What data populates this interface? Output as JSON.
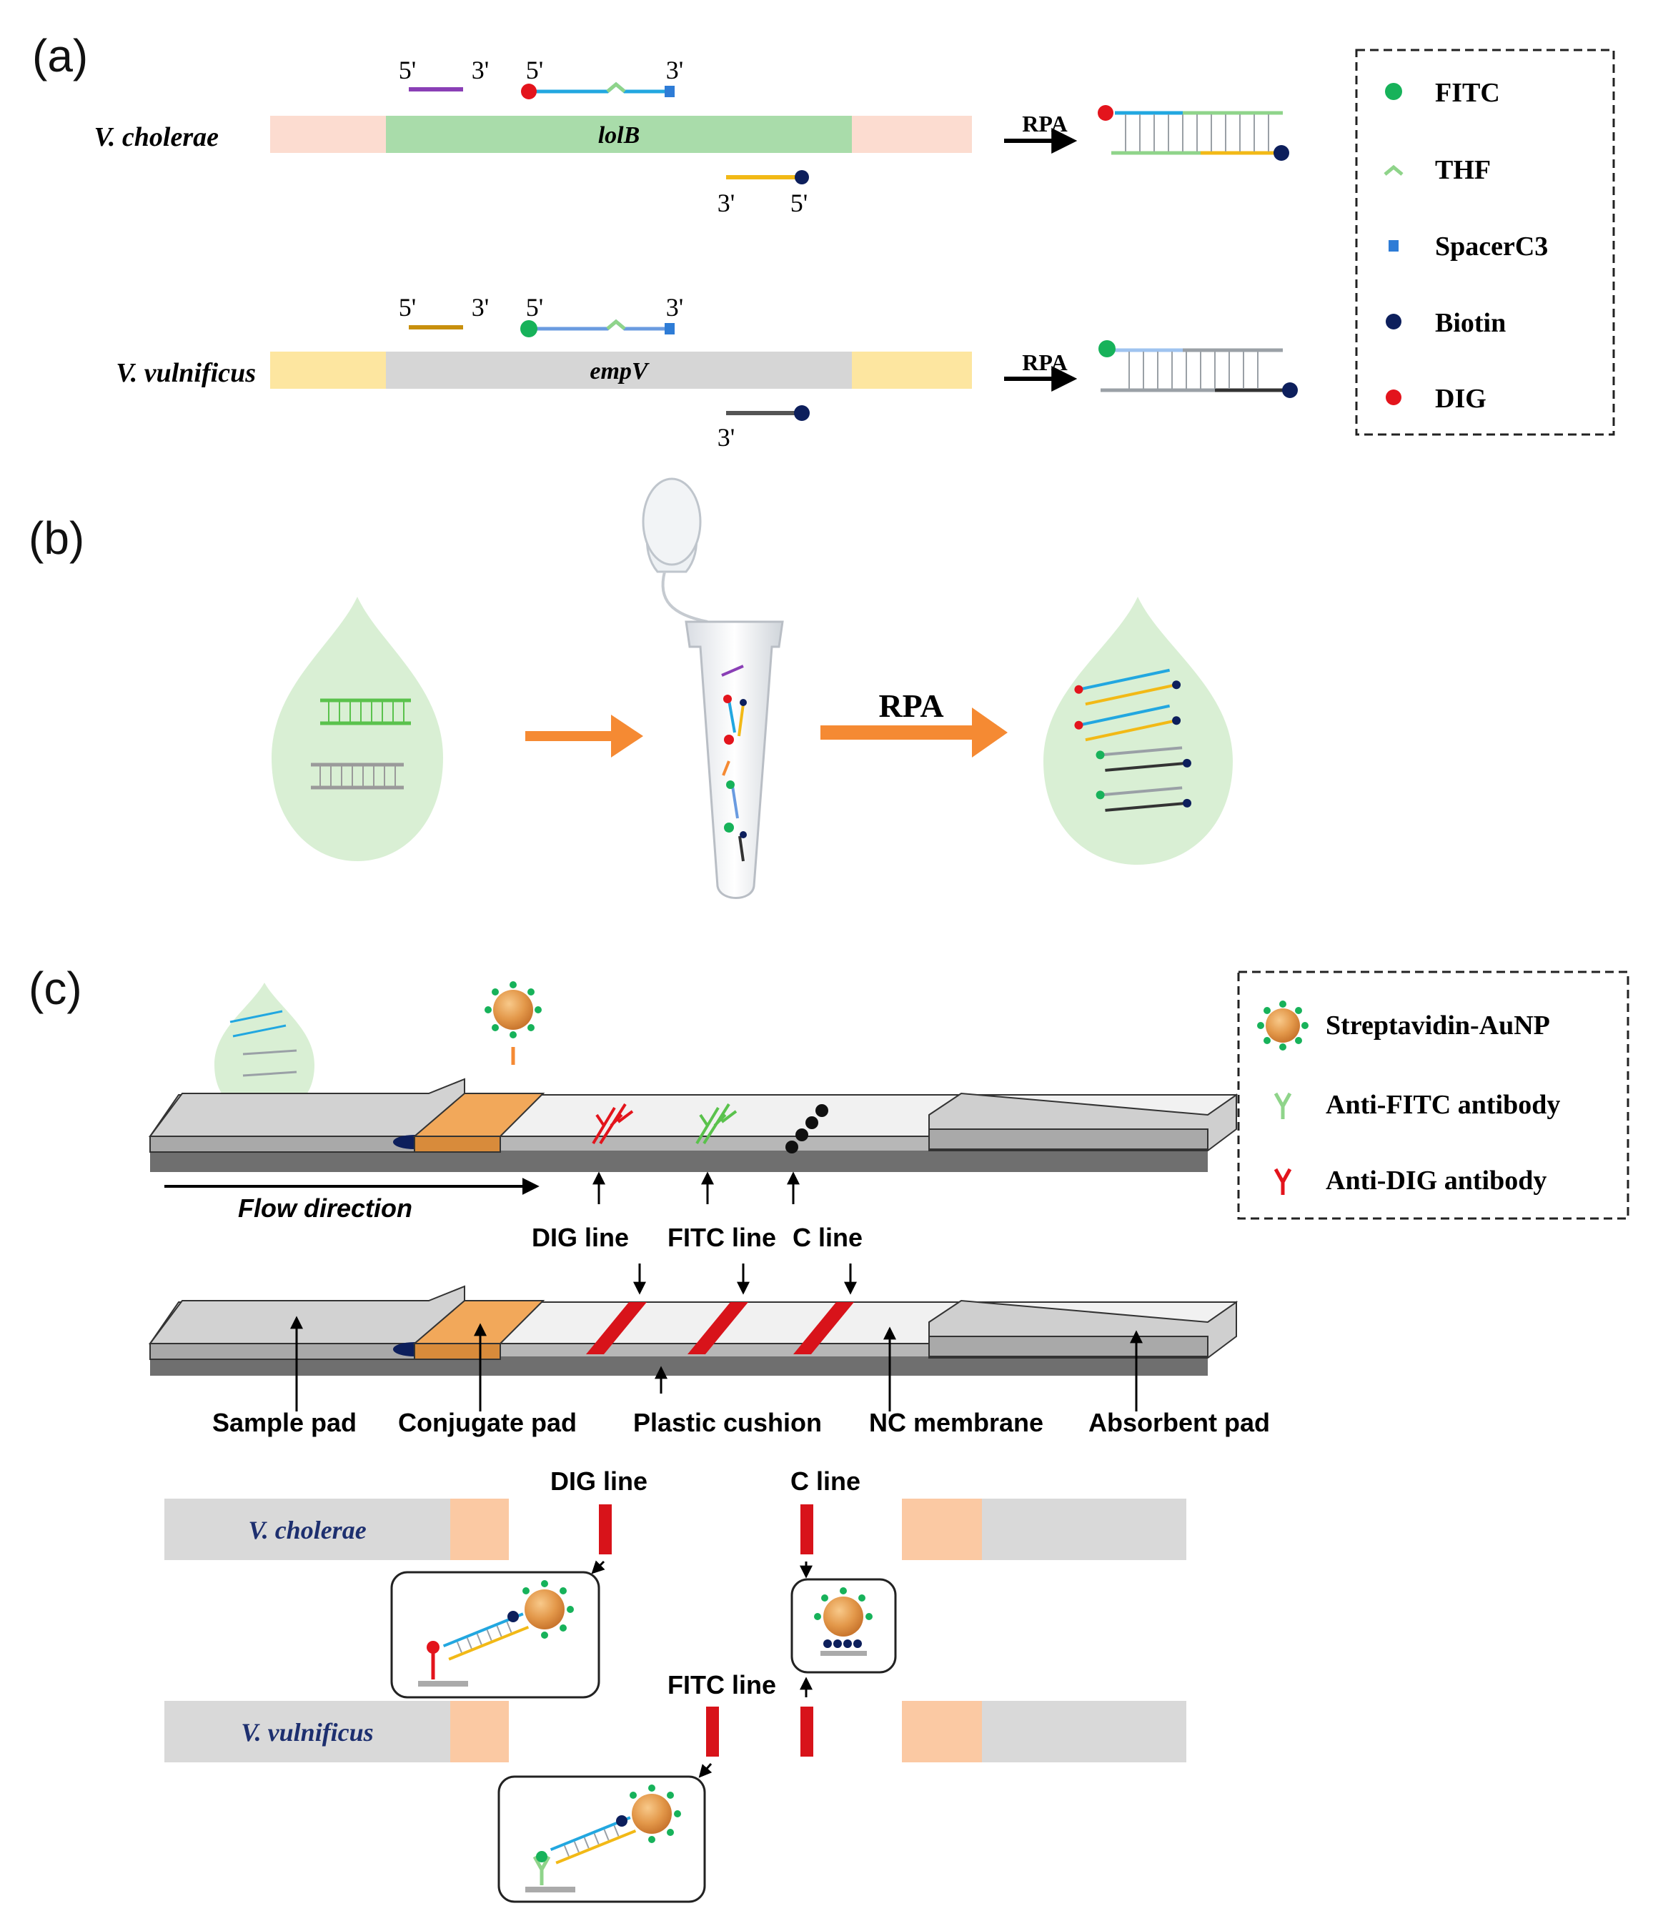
{
  "panels": {
    "a": "(a)",
    "b": "(b)",
    "c": "(c)"
  },
  "panel_a": {
    "rows": [
      {
        "species": "V. cholerae",
        "gene": "lolB",
        "fwd_primer": {
          "five": "5'",
          "three": "3'"
        },
        "probe": {
          "five": "5'",
          "three": "3'"
        },
        "rev_primer": {
          "three": "3'",
          "five": "5'"
        },
        "arrow_label": "RPA"
      },
      {
        "species": "V. vulnificus",
        "gene": "empV",
        "fwd_primer": {
          "five": "5'",
          "three": "3'"
        },
        "probe": {
          "five": "5'",
          "three": "3'"
        },
        "rev_primer": {
          "three": "3'"
        },
        "arrow_label": "RPA"
      }
    ],
    "legend": [
      "FITC",
      "THF",
      "SpacerC3",
      "Biotin",
      "DIG"
    ]
  },
  "panel_b": {
    "arrow_label": "RPA"
  },
  "panel_c": {
    "legend": [
      "Streptavidin-AuNP",
      "Anti-FITC antibody",
      "Anti-DIG antibody"
    ],
    "flow_direction": "Flow direction",
    "line_labels": {
      "dig": "DIG line",
      "fitc": "FITC line",
      "c": "C line"
    },
    "strip_parts": {
      "sample_pad": "Sample pad",
      "conjugate_pad": "Conjugate pad",
      "plastic_cushion": "Plastic cushion",
      "nc_membrane": "NC membrane",
      "absorbent_pad": "Absorbent pad"
    },
    "results": [
      {
        "species": "V. cholerae",
        "line_a": "DIG line",
        "line_b": "C line"
      },
      {
        "species": "V. vulnificus",
        "line_a": "FITC line"
      }
    ]
  },
  "colors": {
    "fitc": "#17b25a",
    "dig": "#e3141c",
    "biotin": "#0d1f5c",
    "spacer": "#2e7cd6",
    "thf": "#8fd48a",
    "orange_arrow": "#f58a33",
    "test_line": "#d8131a",
    "gold": "#e9a24c"
  }
}
